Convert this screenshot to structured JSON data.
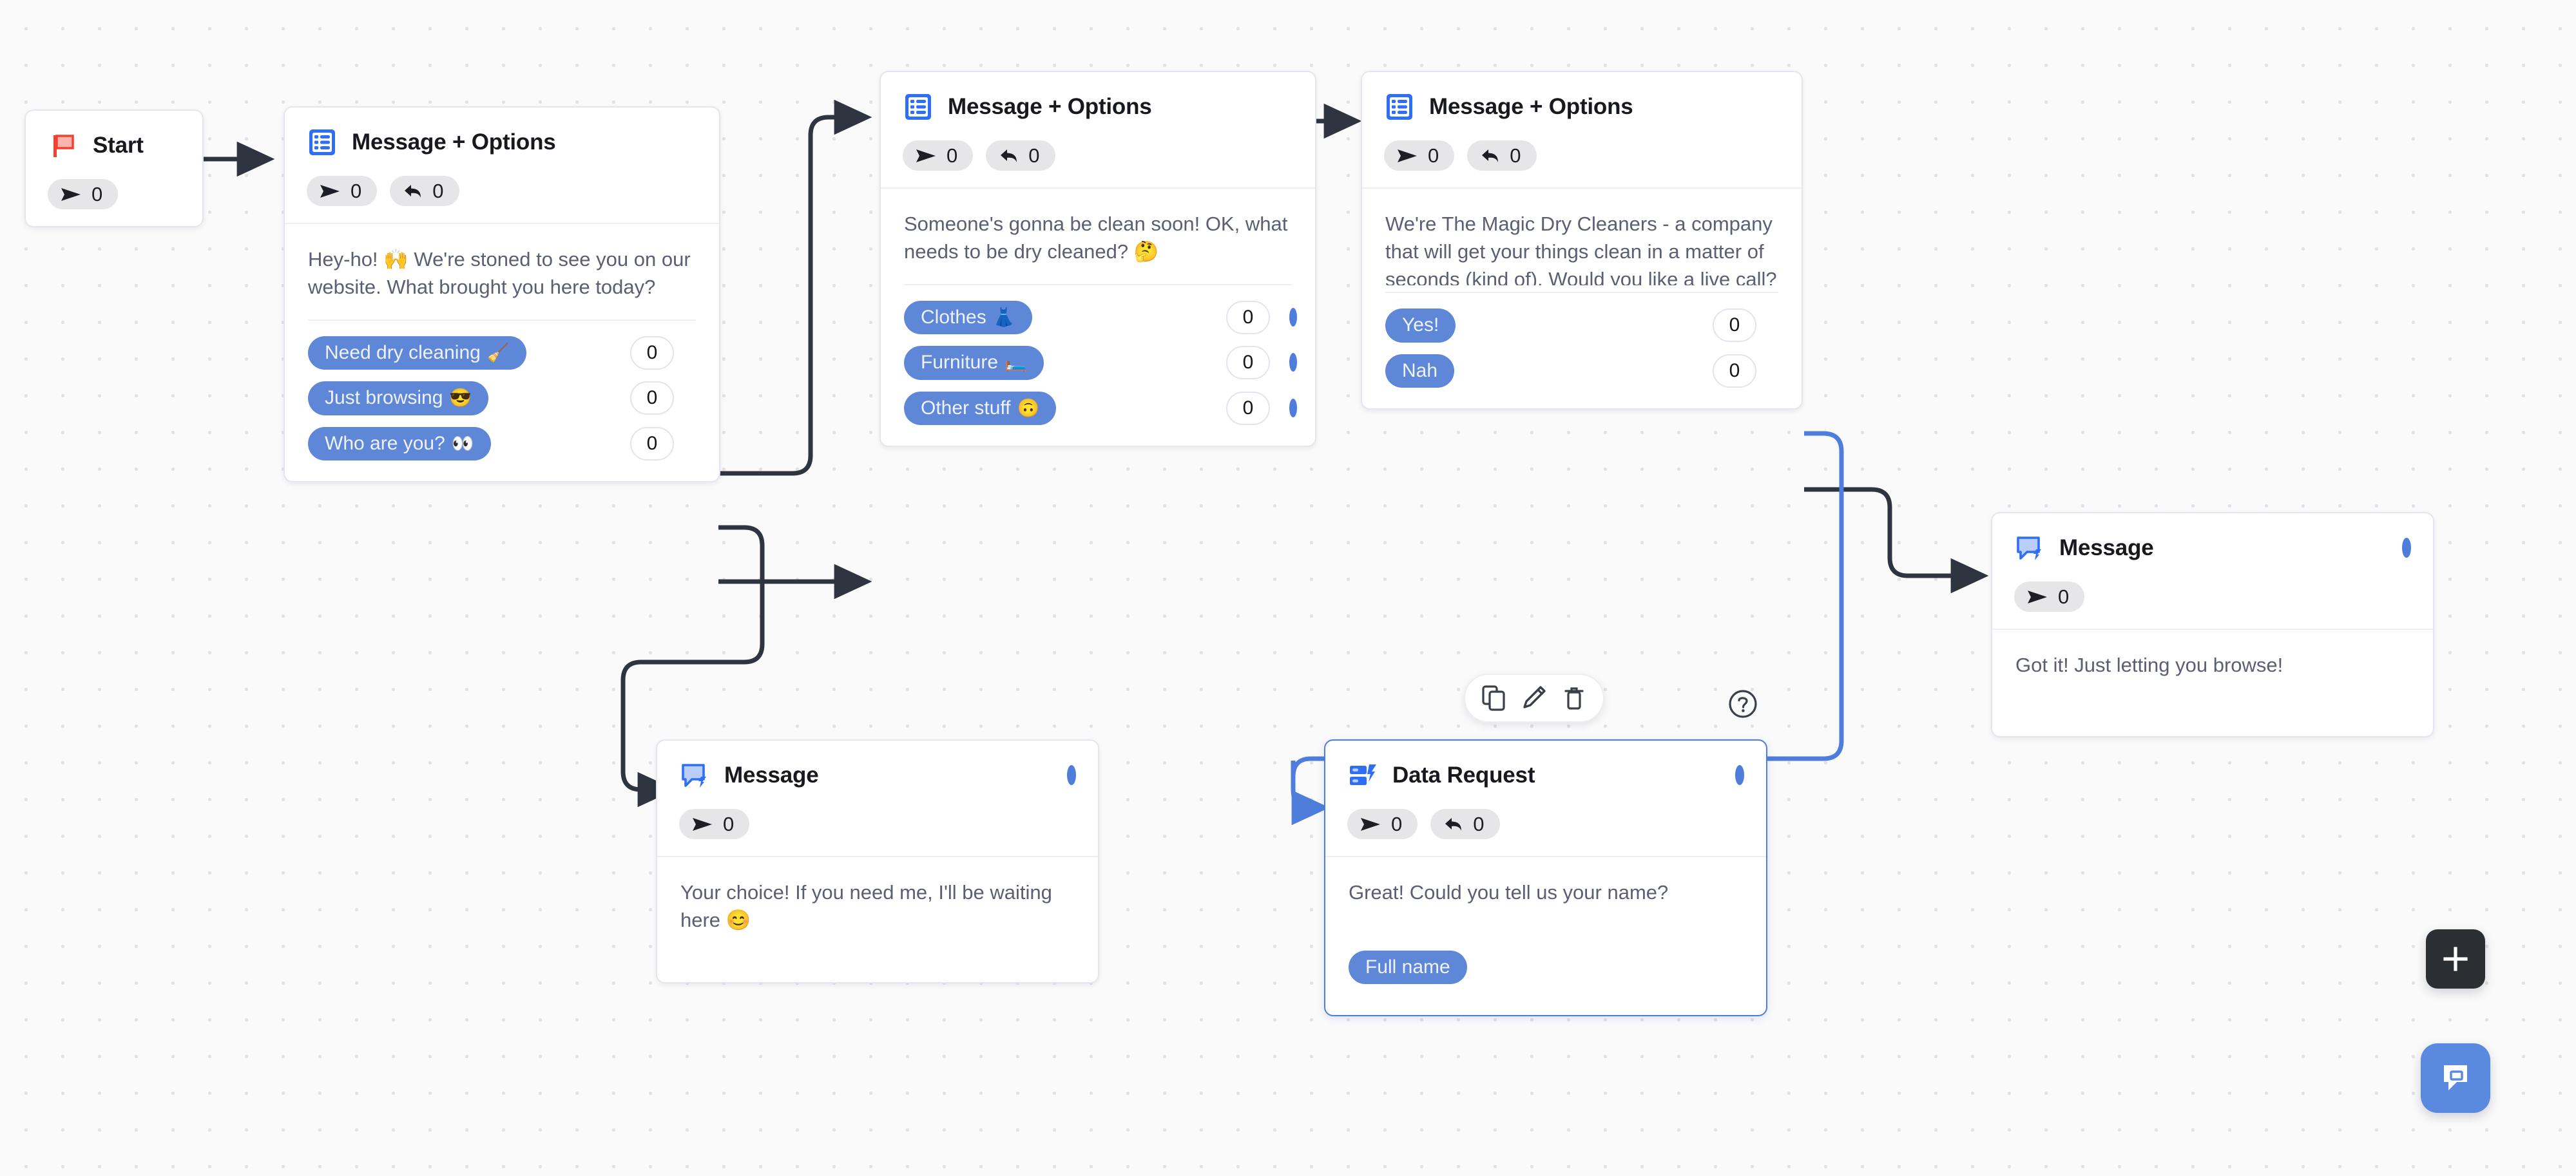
{
  "canvas": {
    "background_color": "#fafafa",
    "grid_dot_color": "#e2e2e4",
    "accent_color": "#4f7ddb",
    "pill_color": "#5f87d8",
    "start_dot_color": "#f4402e",
    "edge_color": "#2e3440",
    "selected_edge_color": "#4f7ddb"
  },
  "nodes": {
    "start": {
      "title": "Start",
      "icon": "flag-icon",
      "badges": [
        {
          "icon": "send-icon",
          "value": "0"
        }
      ]
    },
    "message_options_1": {
      "title": "Message + Options",
      "icon": "list-options-icon",
      "badges": [
        {
          "icon": "send-icon",
          "value": "0"
        },
        {
          "icon": "reply-icon",
          "value": "0"
        }
      ],
      "text": "Hey-ho! 🙌 We're stoned to see you on our website. What brought you here today?",
      "options": [
        {
          "label": "Need dry cleaning",
          "emoji": "🧹",
          "count": "0",
          "port": "filled"
        },
        {
          "label": "Just browsing",
          "emoji": "😎",
          "count": "0",
          "port": "filled"
        },
        {
          "label": "Who are you?",
          "emoji": "👀",
          "count": "0",
          "port": "filled"
        }
      ]
    },
    "message_options_2": {
      "title": "Message + Options",
      "icon": "list-options-icon",
      "badges": [
        {
          "icon": "send-icon",
          "value": "0"
        },
        {
          "icon": "reply-icon",
          "value": "0"
        }
      ],
      "text": "Someone's gonna be clean soon! OK, what needs to be dry cleaned? 🤔",
      "options": [
        {
          "label": "Clothes",
          "emoji": "👗",
          "count": "0",
          "port": "ring"
        },
        {
          "label": "Furniture",
          "emoji": "🛏️",
          "count": "0",
          "port": "ring"
        },
        {
          "label": "Other stuff",
          "emoji": "🙃",
          "count": "0",
          "port": "ring"
        }
      ]
    },
    "message_options_3": {
      "title": "Message + Options",
      "icon": "list-options-icon",
      "badges": [
        {
          "icon": "send-icon",
          "value": "0"
        },
        {
          "icon": "reply-icon",
          "value": "0"
        }
      ],
      "text": "We're The Magic Dry Cleaners - a company that will get your things clean in a matter of seconds (kind of). Would you like a live call?",
      "options": [
        {
          "label": "Yes!",
          "emoji": "",
          "count": "0",
          "port": "filled"
        },
        {
          "label": "Nah",
          "emoji": "",
          "count": "0",
          "port": "filled"
        }
      ]
    },
    "message_browse": {
      "title": "Message",
      "icon": "message-bolt-icon",
      "badges": [
        {
          "icon": "send-icon",
          "value": "0"
        }
      ],
      "text": "Your choice! If you need me, I'll be waiting here 😊",
      "head_port": "ring"
    },
    "message_gotit": {
      "title": "Message",
      "icon": "message-bolt-icon",
      "badges": [
        {
          "icon": "send-icon",
          "value": "0"
        }
      ],
      "text": "Got it! Just letting you browse!",
      "head_port": "ring"
    },
    "data_request": {
      "title": "Data Request",
      "icon": "data-request-icon",
      "badges": [
        {
          "icon": "send-icon",
          "value": "0"
        },
        {
          "icon": "reply-icon",
          "value": "0"
        }
      ],
      "text": "Great! Could you tell us your name?",
      "field_label": "Full name",
      "head_port": "ring",
      "selected": true
    }
  },
  "node_toolbar": {
    "duplicate_label": "copy-icon",
    "edit_label": "pencil-icon",
    "delete_label": "trash-icon",
    "help_label": "help-icon"
  },
  "floating_buttons": {
    "add_label": "+",
    "chat_label": "chat-widget-icon"
  }
}
